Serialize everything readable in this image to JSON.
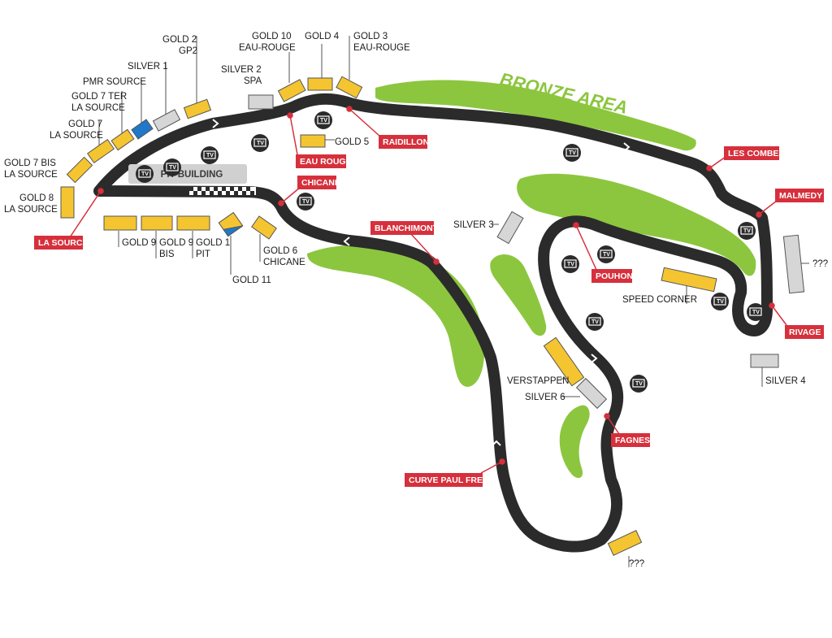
{
  "colors": {
    "track": "#2b2b2b",
    "gold": "#f4c531",
    "silver": "#d6d6d6",
    "pmr": "#1f78c8",
    "green": "#8cc63f",
    "corner_label_bg": "#d6303c",
    "pit_building": "#d0d0d0"
  },
  "areas": {
    "bronze_area": "BRONZE AREA",
    "pit_building": "PIT-BUILDING"
  },
  "icons": {
    "tv": "TV"
  },
  "grandstands": {
    "gold_2": [
      "GOLD 2",
      "GP2"
    ],
    "silver_1": [
      "SILVER 1"
    ],
    "pmr_source": [
      "PMR SOURCE"
    ],
    "gold_7_ter": [
      "GOLD 7 TER",
      "LA SOURCE"
    ],
    "gold_7": [
      "GOLD 7",
      "LA SOURCE"
    ],
    "gold_7_bis": [
      "GOLD 7 BIS",
      "LA SOURCE"
    ],
    "gold_8": [
      "GOLD 8",
      "LA SOURCE"
    ],
    "gold_9": [
      "GOLD 9"
    ],
    "gold_9_bis": [
      "GOLD 9",
      "BIS"
    ],
    "gold_1": [
      "GOLD 1",
      "PIT"
    ],
    "gold_11": [
      "GOLD 11"
    ],
    "gold_6": [
      "GOLD 6",
      "CHICANE"
    ],
    "silver_2": [
      "SILVER 2",
      "SPA"
    ],
    "gold_10": [
      "GOLD 10",
      "EAU-ROUGE"
    ],
    "gold_4": [
      "GOLD 4"
    ],
    "gold_3": [
      "GOLD 3",
      "EAU-ROUGE"
    ],
    "gold_5": [
      "GOLD 5"
    ],
    "silver_3": [
      "SILVER 3"
    ],
    "speed_corner": [
      "SPEED CORNER"
    ],
    "unknown_east": [
      "???"
    ],
    "silver_4": [
      "SILVER 4"
    ],
    "verstappen": [
      "VERSTAPPEN"
    ],
    "silver_6": [
      "SILVER 6"
    ],
    "unknown_south": [
      "???"
    ]
  },
  "corners": {
    "la_source": "LA SOURCE",
    "eau_rouge": "EAU ROUGE",
    "raidillon": "RAIDILLON",
    "chicane": "CHICANE",
    "blanchimont": "BLANCHIMONT",
    "les_combes": "LES COMBES",
    "malmedy": "MALMEDY",
    "pouhon": "POUHON",
    "rivage": "RIVAGE",
    "fagnes": "FAGNES",
    "curve_paul_frere": "CURVE PAUL FRERE"
  }
}
